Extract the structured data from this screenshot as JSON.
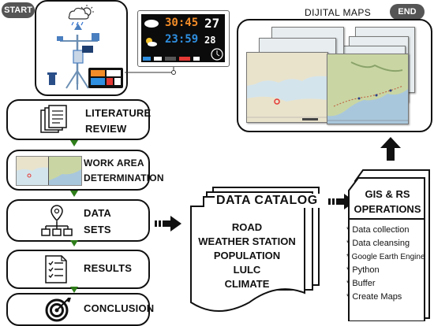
{
  "start_label": "START",
  "end_label": "END",
  "maps_title": "DIJITAL MAPS",
  "display": {
    "temp": "30:45",
    "time": "23:59",
    "big": "27",
    "small": "28"
  },
  "steps": [
    {
      "label_lines": [
        "LITERATURE",
        "REVIEW"
      ],
      "icon": "documents-icon"
    },
    {
      "label_lines": [
        "WORK AREA",
        "DETERMINATION"
      ],
      "icon": "map-thumbnail"
    },
    {
      "label_lines": [
        "DATA",
        "SETS"
      ],
      "icon": "location-hierarchy-icon"
    },
    {
      "label_lines": [
        "RESULTS"
      ],
      "icon": "checklist-icon"
    },
    {
      "label_lines": [
        "CONCLUSION"
      ],
      "icon": "target-icon"
    }
  ],
  "catalog": {
    "title": "DATA CATALOG",
    "items": [
      "ROAD",
      "WEATHER STATION",
      "POPULATION",
      "LULC",
      "CLIMATE"
    ]
  },
  "operations": {
    "title_lines": [
      "GIS & RS",
      "OPERATIONS"
    ],
    "items": [
      "* Data collection",
      "* Data cleansing",
      "* Google Earth Engine",
      "* Python",
      "* Buffer",
      "* Create Maps"
    ]
  },
  "colors": {
    "pill": "#555555",
    "arrow_green": "#2e7d1a",
    "display_orange": "#f28c28",
    "display_blue": "#2f8fe0",
    "display_red": "#e53935"
  }
}
